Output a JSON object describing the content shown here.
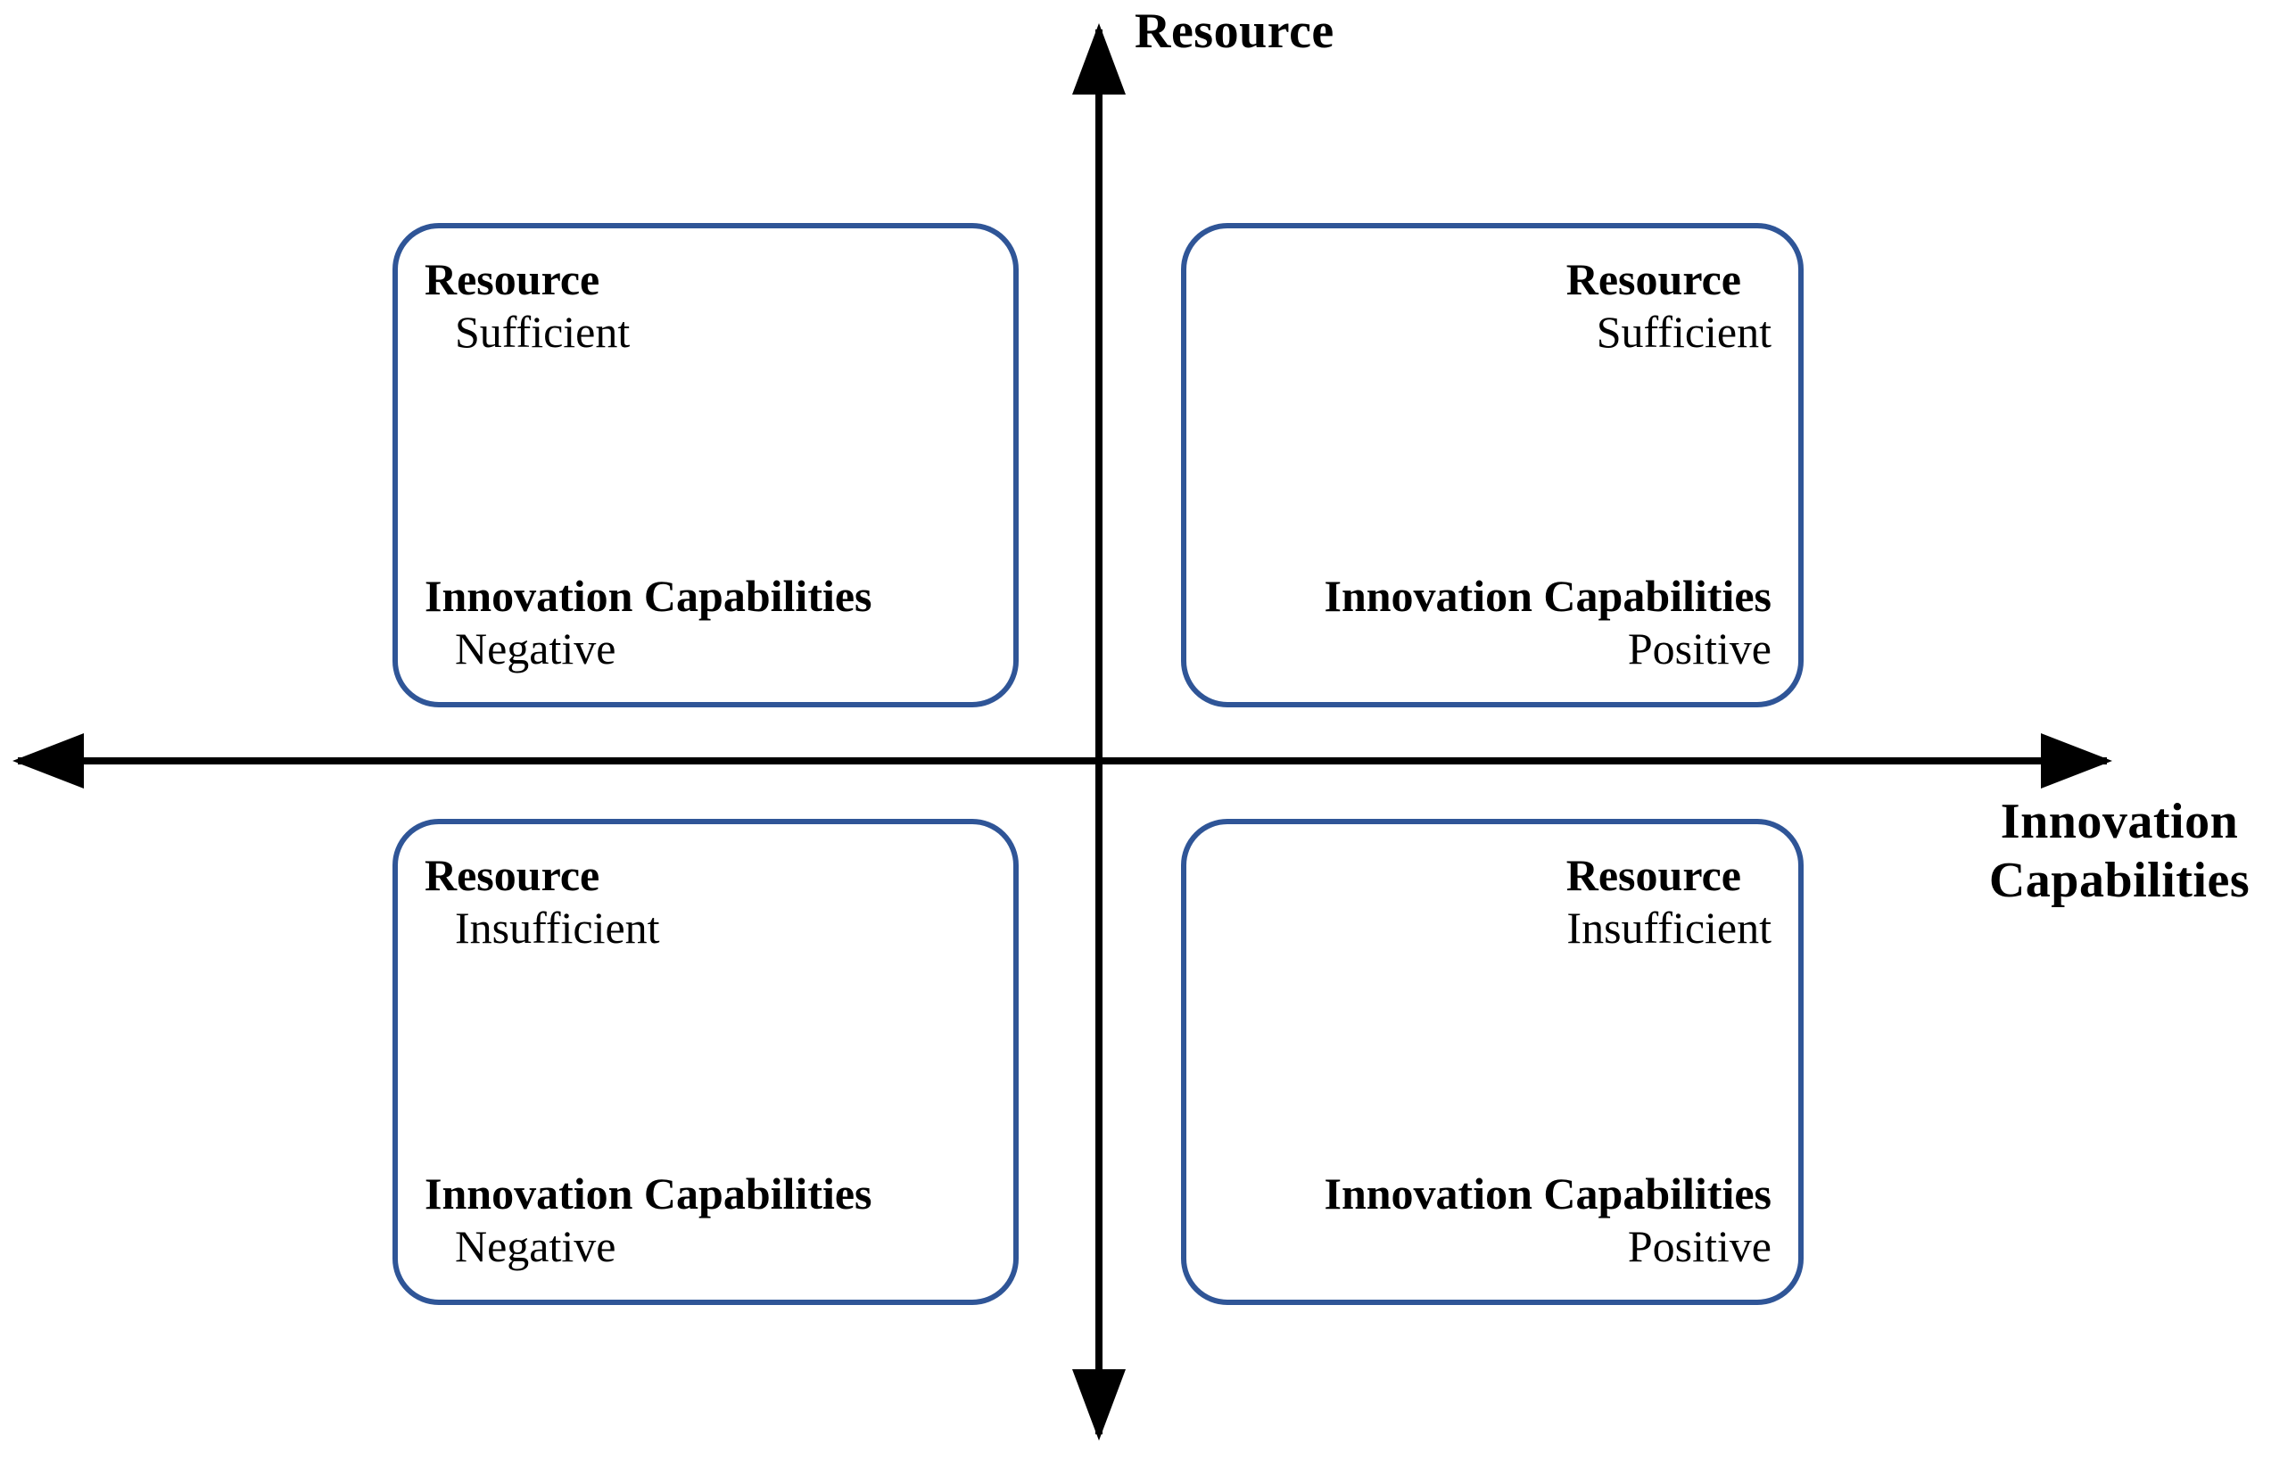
{
  "axes": {
    "y_axis_label": "Resource",
    "x_axis_label_line1": "Innovation",
    "x_axis_label_line2": "Capabilities",
    "axis_color": "#000000",
    "y_arrow_up": "arrow-up",
    "y_arrow_down": "arrow-down",
    "x_arrow_left": "arrow-left",
    "x_arrow_right": "arrow-right"
  },
  "style": {
    "box_border_color": "#2F5597",
    "background_color": "#FFFFFF",
    "text_color": "#000000"
  },
  "chart_data": {
    "type": "table",
    "title": "",
    "xlabel": "Innovation Capabilities",
    "ylabel": "Resource",
    "layout": "2x2-quadrant-matrix",
    "quadrants": [
      {
        "position": "top-left",
        "resource_label": "Resource",
        "resource_value": "Sufficient",
        "capability_label": "Innovation Capabilities",
        "capability_value": "Negative"
      },
      {
        "position": "top-right",
        "resource_label": "Resource",
        "resource_value": "Sufficient",
        "capability_label": "Innovation Capabilities",
        "capability_value": "Positive"
      },
      {
        "position": "bottom-left",
        "resource_label": "Resource",
        "resource_value": "Insufficient",
        "capability_label": "Innovation Capabilities",
        "capability_value": "Negative"
      },
      {
        "position": "bottom-right",
        "resource_label": "Resource",
        "resource_value": "Insufficient",
        "capability_label": "Innovation Capabilities",
        "capability_value": "Positive"
      }
    ]
  }
}
